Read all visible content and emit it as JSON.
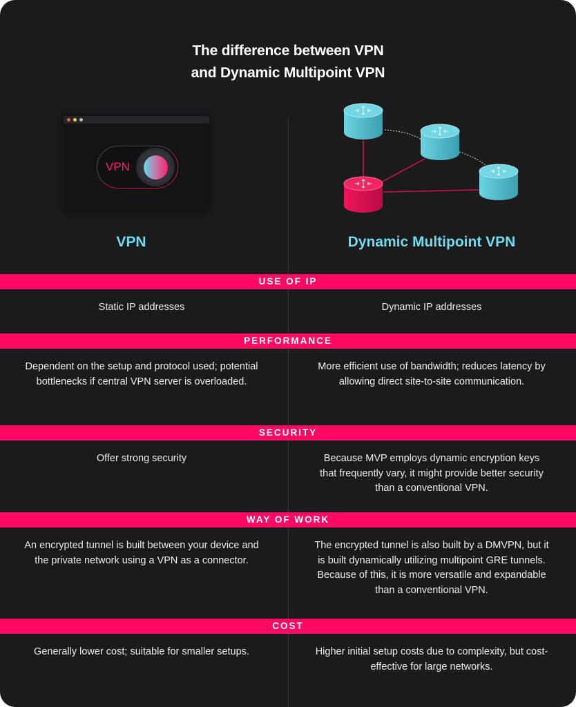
{
  "header": {
    "title_line1": "The difference between VPN",
    "title_line2": "and Dynamic Multipoint VPN"
  },
  "illustrations": {
    "vpn": {
      "icon": "vpn-toggle-window",
      "toggle_label": "VPN",
      "window_dots": [
        "#f15b5b",
        "#f3d45a",
        "#b9b9b9"
      ]
    },
    "dmvpn": {
      "icon": "router-network-diagram",
      "hub_color": "#e8135a",
      "spoke_color": "#5ec9d8",
      "link_color": "#d3124f"
    }
  },
  "columns": {
    "left": "VPN",
    "right": "Dynamic Multipoint VPN"
  },
  "colors": {
    "background": "#1b1b1c",
    "accent": "#ff0a62",
    "heading": "#6fdcef",
    "text": "#ececec"
  },
  "rows": [
    {
      "label": "USE OF IP",
      "vpn": "Static IP addresses",
      "dmvpn": "Dynamic IP addresses"
    },
    {
      "label": "PERFORMANCE",
      "vpn": "Dependent on the setup and protocol used; potential bottlenecks if central VPN server is overloaded.",
      "dmvpn": "More efficient use of bandwidth; reduces latency by allowing direct site-to-site communication."
    },
    {
      "label": "SECURITY",
      "vpn": "Offer strong security",
      "dmvpn": "Because MVP employs dynamic encryption keys that frequently vary, it might provide better security than a conventional VPN."
    },
    {
      "label": "WAY OF WORK",
      "vpn": "An encrypted tunnel is built between your device and the private network using a VPN as a connector.",
      "dmvpn": "The encrypted tunnel is also built by a DMVPN, but it is built dynamically utilizing multipoint GRE tunnels. Because of this, it is more versatile and expandable than a conventional VPN."
    },
    {
      "label": "COST",
      "vpn": "Generally lower cost; suitable for smaller setups.",
      "dmvpn": "Higher initial setup costs due to complexity, but cost-effective for large networks."
    }
  ]
}
